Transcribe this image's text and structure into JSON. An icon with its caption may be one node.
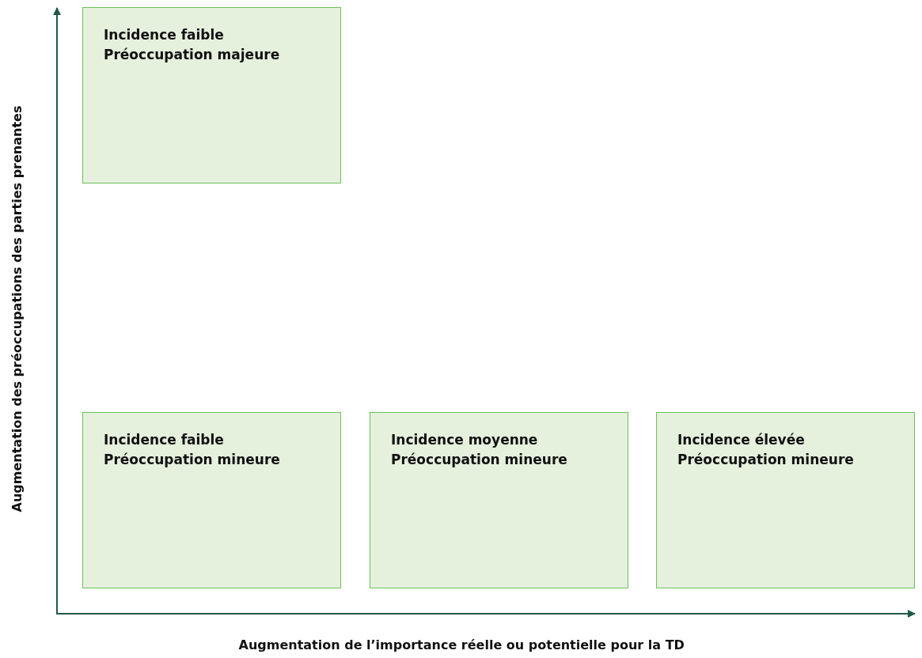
{
  "diagram": {
    "nodes": [
      {
        "text": [
          "Incidence faible",
          "Préoccupation majeure"
        ]
      },
      {
        "text": [
          "Incidence faible",
          "Préoccupation mineure"
        ]
      },
      {
        "text": [
          "Incidence moyenne",
          "Préoccupation mineure"
        ]
      },
      {
        "text": [
          "Incidence élevée",
          "Préoccupation mineure"
        ]
      }
    ],
    "labels": [
      "Augmentation des préoccupations des parties prenantes",
      "Augmentation de l’importance réelle ou potentielle pour la TD"
    ]
  }
}
